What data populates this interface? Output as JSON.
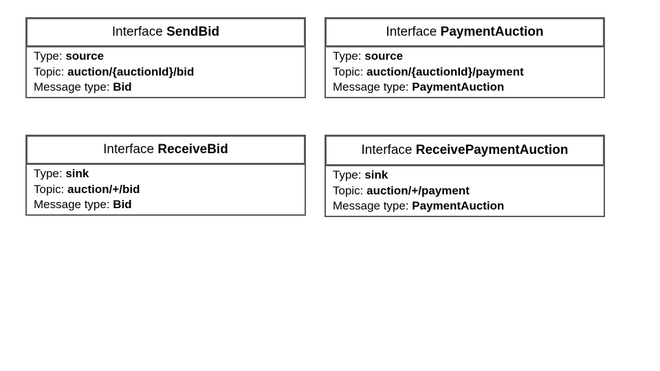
{
  "labels": {
    "interface_prefix": "Interface",
    "type": "Type:",
    "topic": "Topic:",
    "message_type": "Message type:"
  },
  "interfaces": [
    {
      "name": "SendBid",
      "type": "source",
      "topic": "auction/{auctionId}/bid",
      "message_type": "Bid"
    },
    {
      "name": "PaymentAuction",
      "type": "source",
      "topic": "auction/{auctionId}/payment",
      "message_type": "PaymentAuction"
    },
    {
      "name": "ReceiveBid",
      "type": "sink",
      "topic": "auction/+/bid",
      "message_type": "Bid"
    },
    {
      "name": "ReceivePaymentAuction",
      "type": "sink",
      "topic": "auction/+/payment",
      "message_type": "PaymentAuction"
    }
  ]
}
